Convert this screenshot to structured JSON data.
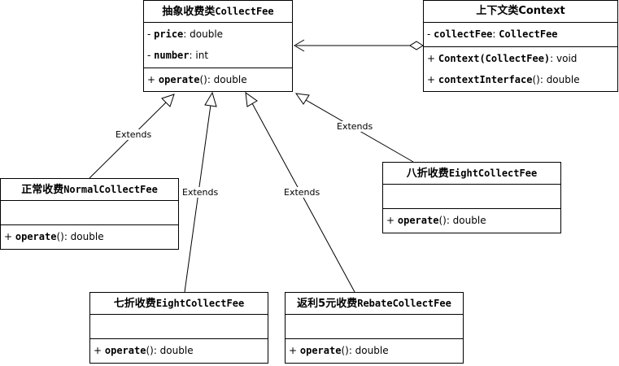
{
  "classes": {
    "abstract": {
      "title_prefix": "抽象收费类",
      "title_code": "CollectFee",
      "attributes": [
        {
          "vis": "- ",
          "name": "price",
          "type": ": double"
        },
        {
          "vis": "- ",
          "name": "number",
          "type": ": int"
        }
      ],
      "operations": [
        {
          "vis": "+ ",
          "name": "operate",
          "rest": "(): double"
        }
      ]
    },
    "context": {
      "title": "上下文类Context",
      "attributes": [
        {
          "vis": "- ",
          "name": "collectFee",
          "type": ": ",
          "code_type": "CollectFee"
        }
      ],
      "operations": [
        {
          "vis": "+ ",
          "name": "Context(CollectFee)",
          "rest": ": void"
        },
        {
          "vis": "+ ",
          "name": "contextInterface",
          "rest": "(): double"
        }
      ]
    },
    "normal": {
      "title_prefix": "正常收费",
      "title_code": "NormalCollectFee",
      "operations": [
        {
          "vis": "+ ",
          "name": "operate",
          "rest": "(): double"
        }
      ]
    },
    "eight": {
      "title_prefix": "八折收费",
      "title_code": "EightCollectFee",
      "operations": [
        {
          "vis": "+ ",
          "name": "operate",
          "rest": "(): double"
        }
      ]
    },
    "seven": {
      "title_prefix": "七折收费",
      "title_code": "EightCollectFee",
      "operations": [
        {
          "vis": "+ ",
          "name": "operate",
          "rest": "(): double"
        }
      ]
    },
    "rebate": {
      "title_prefix": "返利5元收费",
      "title_code": "RebateCollectFee",
      "operations": [
        {
          "vis": "+ ",
          "name": "operate",
          "rest": "(): double"
        }
      ]
    }
  },
  "edges": {
    "extends_label": "Extends"
  },
  "colors": {
    "line": "#000000",
    "background": "#ffffff"
  }
}
